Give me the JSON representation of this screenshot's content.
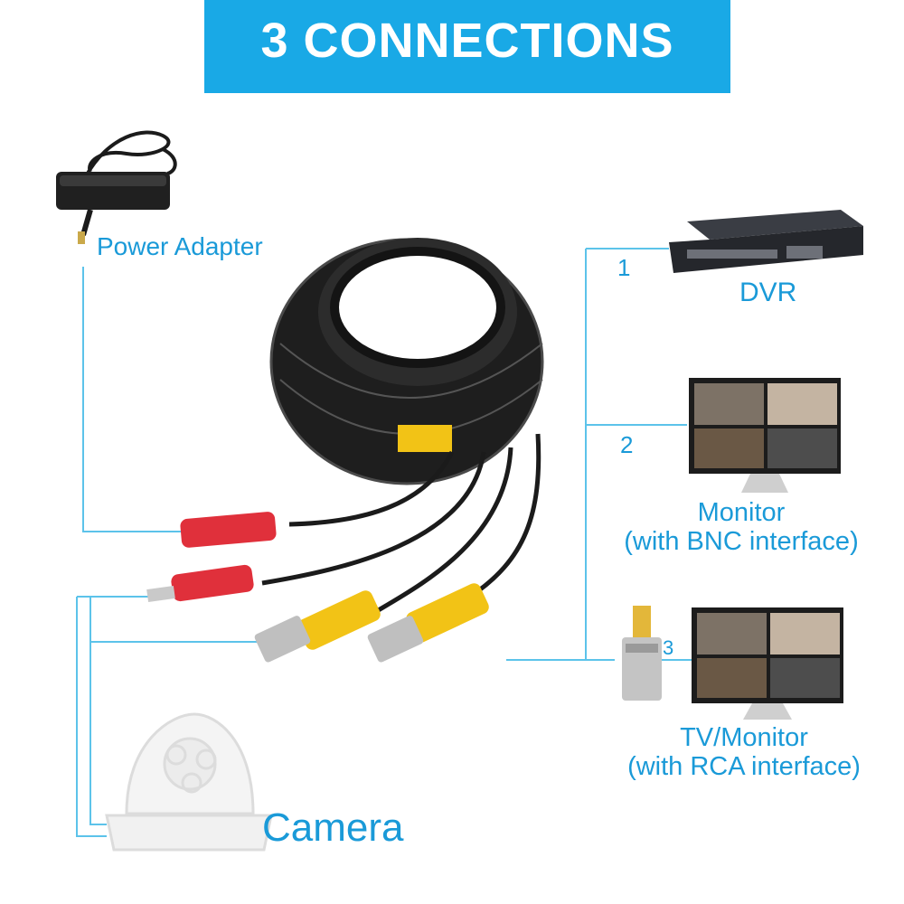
{
  "header": {
    "title": "3 CONNECTIONS"
  },
  "labels": {
    "power_adapter": "Power Adapter",
    "dvr": "DVR",
    "monitor_line1": "Monitor",
    "monitor_line2": "(with BNC interface)",
    "tv_line1": "TV/Monitor",
    "tv_line2": "(with RCA interface)",
    "camera": "Camera"
  },
  "connections": [
    {
      "number": "1"
    },
    {
      "number": "2"
    },
    {
      "number": "3"
    }
  ],
  "colors": {
    "banner": "#19a9e6",
    "accent": "#1a9ad8",
    "connector_line": "#5cc3ea",
    "power_plug": "#e0303b",
    "video_plug": "#f2c316",
    "cable": "#1b1b1b"
  },
  "icons": [
    "power-adapter-icon",
    "cable-coil-icon",
    "dvr-icon",
    "monitor-icon",
    "tv-icon",
    "rca-adapter-icon",
    "camera-icon",
    "bnc-plug-icon",
    "dc-plug-icon"
  ]
}
